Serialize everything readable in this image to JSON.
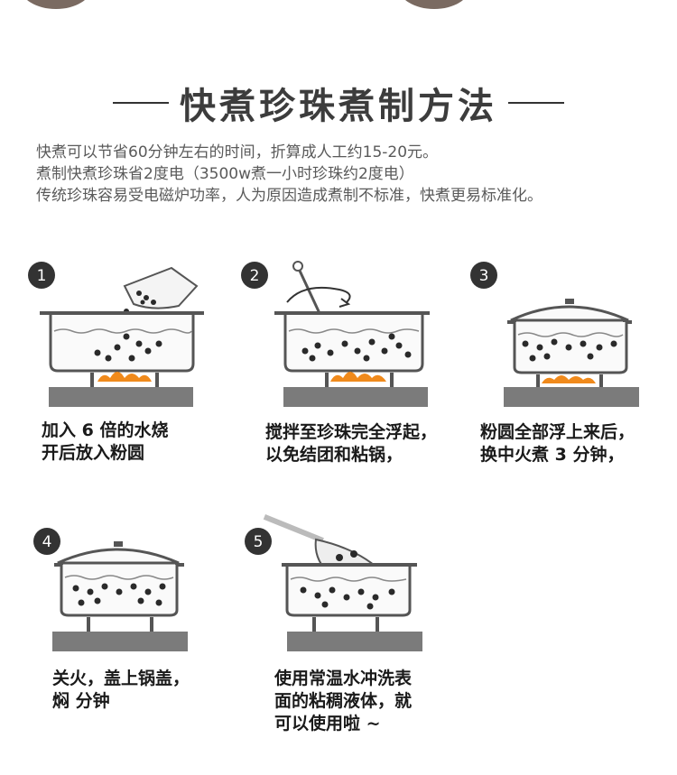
{
  "title": "快煮珍珠煮制方法",
  "intro": [
    "快煮可以节省60分钟左右的时间，折算成人工约15-20元。",
    "煮制快煮珍珠省2度电（3500w煮一小时珍珠约2度电）",
    "传统珍珠容易受电磁炉功率，人为原因造成煮制不标准，快煮更易标准化。"
  ],
  "steps": [
    {
      "number": "1",
      "lines": [
        "加入 6 倍的水烧",
        "开后放入粉圆"
      ]
    },
    {
      "number": "2",
      "lines": [
        "搅拌至珍珠完全浮起，",
        "以免结团和粘锅，"
      ]
    },
    {
      "number": "3",
      "lines": [
        "粉圆全部浮上来后，",
        "换中火煮 3 分钟，"
      ]
    },
    {
      "number": "4",
      "lines": [
        "关火，盖上锅盖，",
        "焖    分钟"
      ]
    },
    {
      "number": "5",
      "lines": [
        "使用常温水冲洗表",
        "面的粘稠液体，就",
        "可以使用啦 ~"
      ]
    }
  ],
  "colors": {
    "flame": "#f08a1c",
    "pot_outline": "#555555",
    "stove": "#7b7b7b",
    "badge": "#333333",
    "pearl": "#2a2a2a"
  }
}
